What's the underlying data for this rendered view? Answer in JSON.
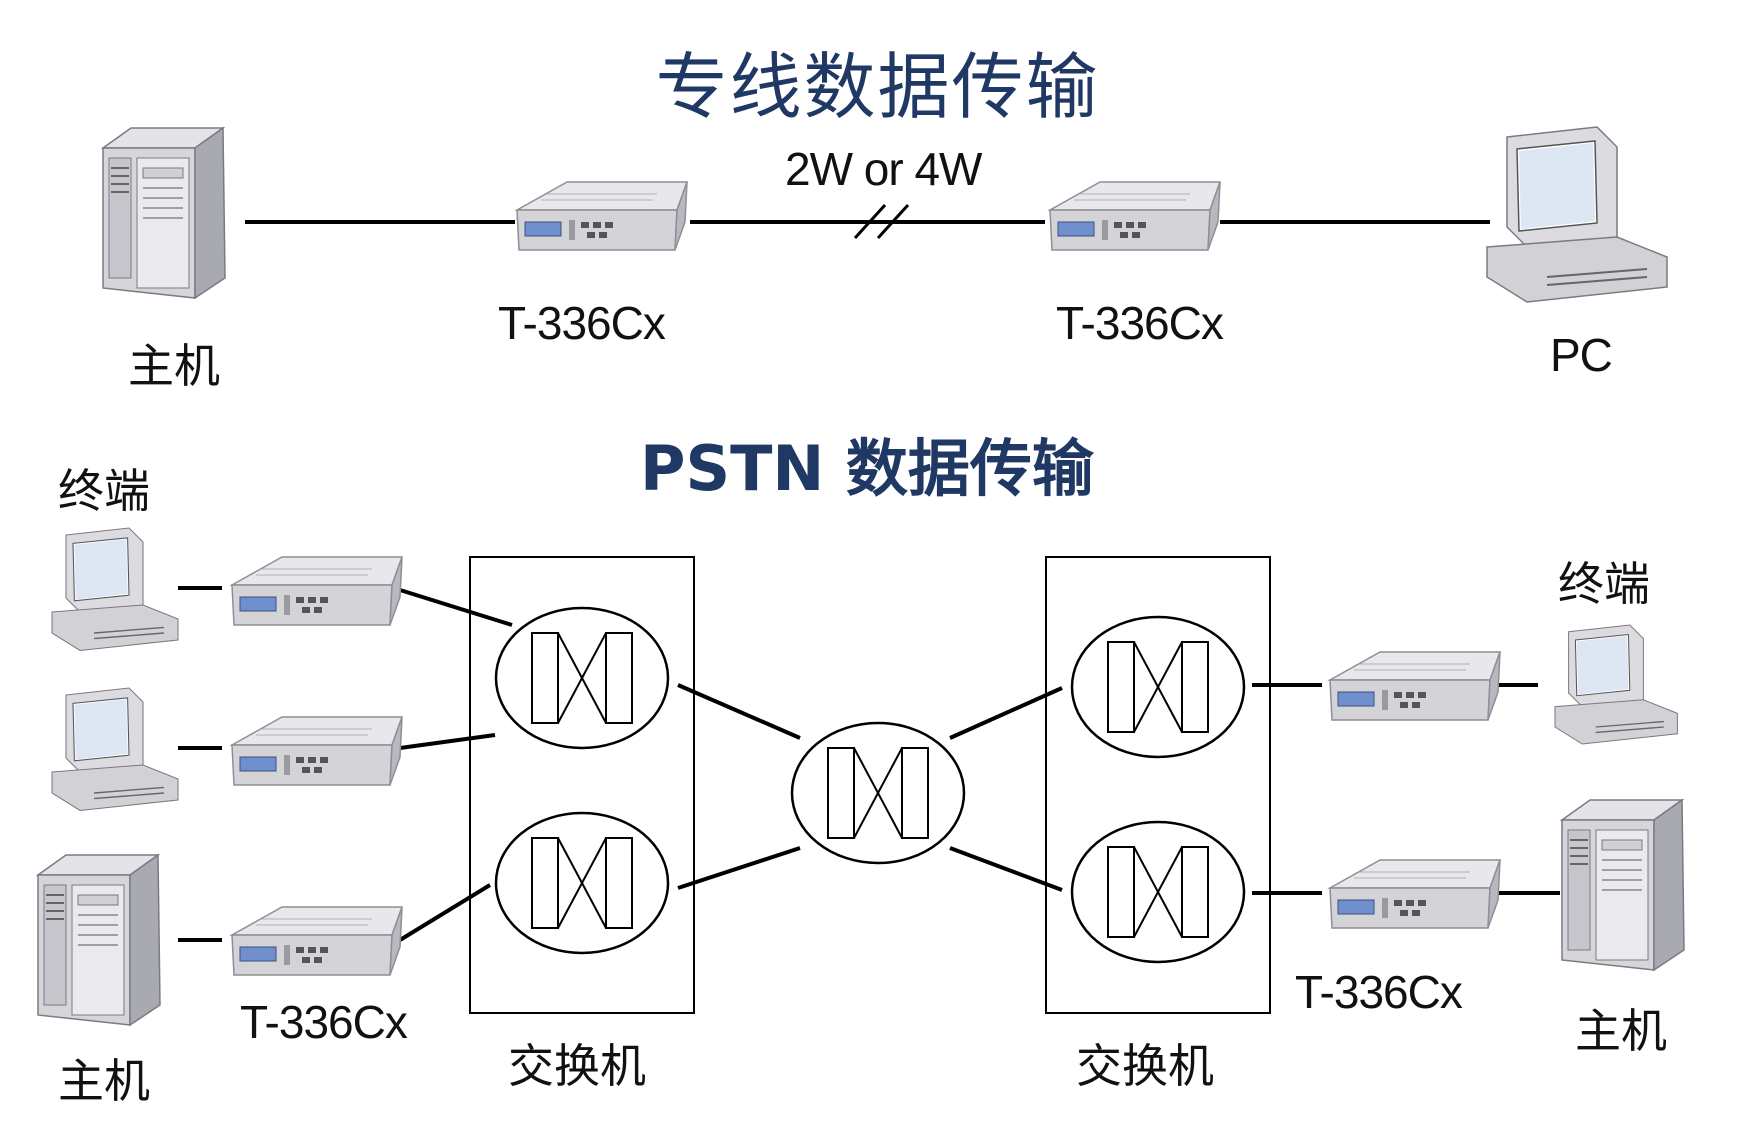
{
  "titles": {
    "leased_line": "专线数据传输",
    "pstn": "PSTN 数据传输"
  },
  "top_section": {
    "host_label": "主机",
    "modem_left_label": "T-336Cx",
    "modem_right_label": "T-336Cx",
    "line_label": "2W or 4W",
    "pc_label": "PC"
  },
  "bottom_section": {
    "terminal_left_label": "终端",
    "terminal_right_label": "终端",
    "host_left_label": "主机",
    "host_right_label": "主机",
    "modem_left_label": "T-336Cx",
    "modem_right_label": "T-336Cx",
    "switch_left_label": "交换机",
    "switch_right_label": "交换机"
  },
  "colors": {
    "title": "#1f3864",
    "line": "#000000",
    "device_body": "#d9d9dc",
    "device_dark": "#9a9aa2",
    "screen": "#5b7fc4"
  }
}
